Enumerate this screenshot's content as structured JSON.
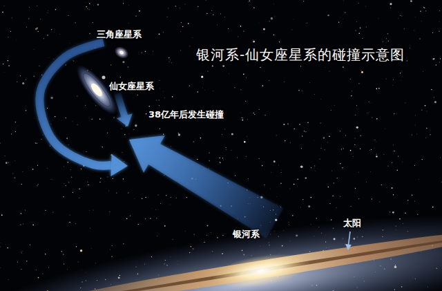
{
  "diagram": {
    "title": "银河系-仙女座星系的碰撞示意图",
    "nodes": [
      {
        "text": [
          "三角座星系"
        ]
      },
      {
        "text": [
          "仙女座星系"
        ]
      },
      {
        "text": [
          "38亿年后发生碰撞"
        ]
      },
      {
        "text": [
          "银河系"
        ]
      }
    ],
    "edges": [
      {
        "from": 0,
        "to": 2,
        "arrow": "to"
      },
      {
        "from": 1,
        "to": 2,
        "arrow": "to"
      },
      {
        "from": 3,
        "to": 2,
        "arrow": "to"
      }
    ],
    "labels": [
      "太阳"
    ]
  }
}
